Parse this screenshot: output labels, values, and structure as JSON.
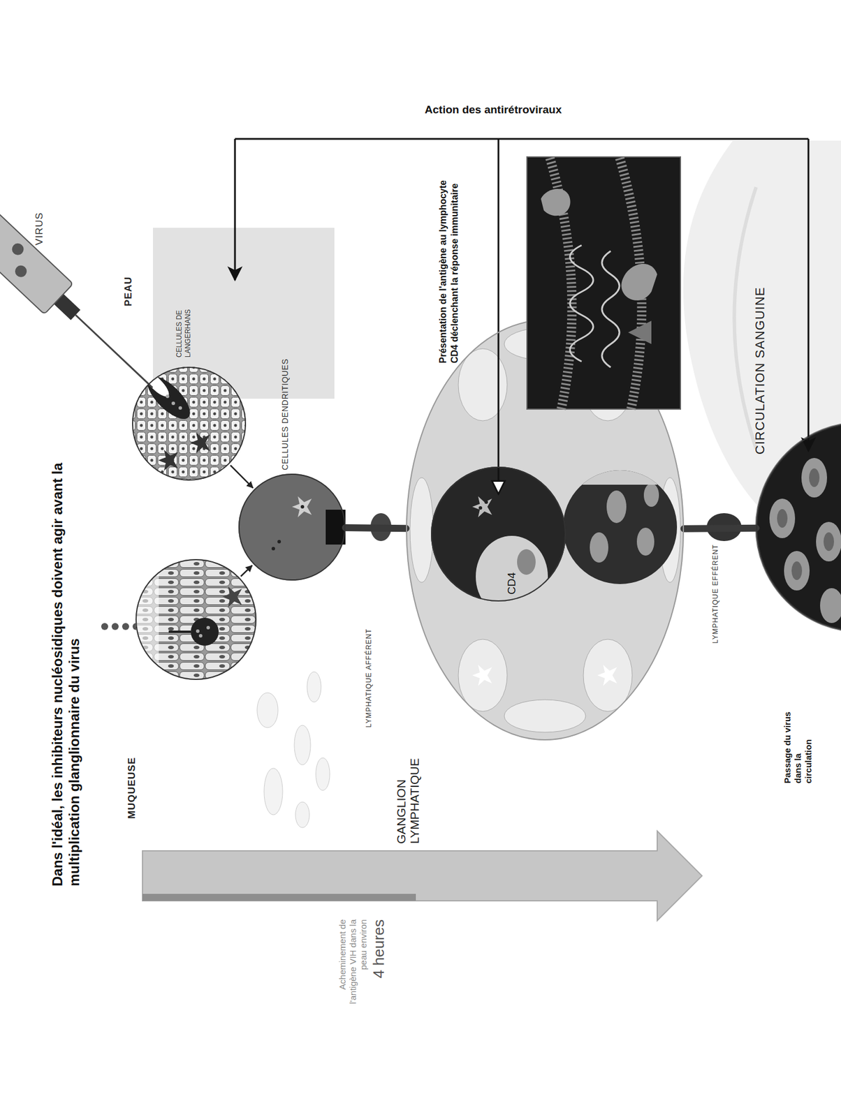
{
  "diagram": {
    "title": "Dans l'idéal, les inhibiteurs nucléosidiques doivent agir avant la multiplication glanglionnaire du virus",
    "nodes": [
      {
        "text": [
          "PEAU",
          "CELLULES DE LANGERHANS"
        ]
      },
      {
        "text": [
          "MUQUEUSE"
        ]
      },
      {
        "text": [
          "CELLULES DENDRITIQUES"
        ]
      },
      {
        "text": [
          "GANGLION LYMPHATIQUE"
        ]
      },
      {
        "text": [
          "CD4"
        ],
        "in": 3
      },
      {
        "text": [
          "CIRCULATION SANGUINE"
        ]
      }
    ],
    "edges": [
      {
        "from": 0,
        "to": 2,
        "arrow": "to"
      },
      {
        "from": 1,
        "to": 2,
        "arrow": "to"
      },
      {
        "from": 2,
        "to": 3,
        "label": "LYMPHATIQUE AFFÉRENT",
        "arrow": "none"
      },
      {
        "from": 3,
        "to": 5,
        "label": "LYMPHATIQUE EFFÉRENT",
        "arrow": "none"
      }
    ],
    "labels": [
      "VIRUS",
      "Action des antirétroviraux",
      "Présentation de l'antigène au lymphocyte CD4 déclenchant la réponse immunitaire",
      "Acheminement de l'antigène VIH dans la peau environ",
      "4 heures",
      "Passage du virus dans la circulation"
    ]
  }
}
